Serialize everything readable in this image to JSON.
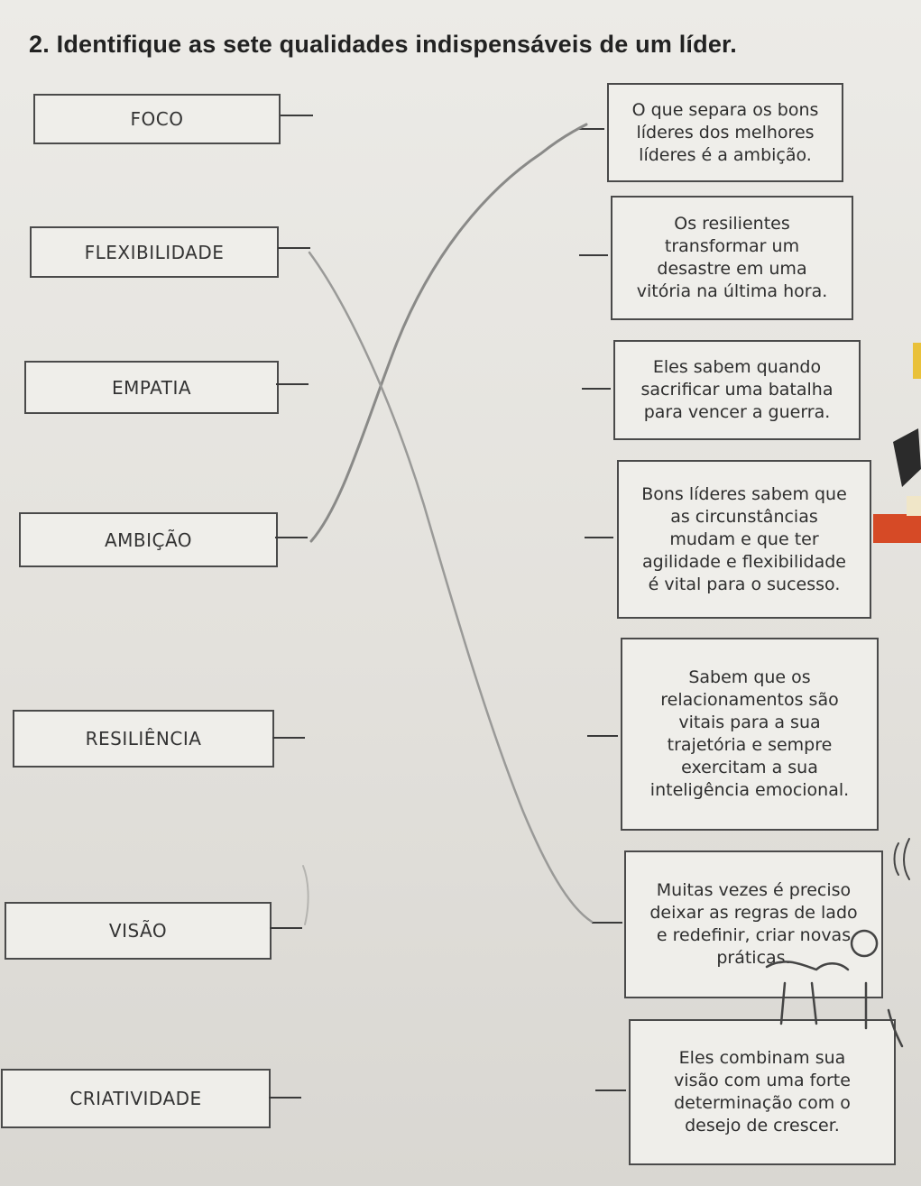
{
  "question": {
    "title": "2. Identifique as sete qualidades indispensáveis de um líder."
  },
  "qualities": [
    {
      "label": "FOCO"
    },
    {
      "label": "FLEXIBILIDADE"
    },
    {
      "label": "EMPATIA"
    },
    {
      "label": "AMBIÇÃO"
    },
    {
      "label": "RESILIÊNCIA"
    },
    {
      "label": "VISÃO"
    },
    {
      "label": "CRIATIVIDADE"
    }
  ],
  "descriptions": [
    {
      "lines": [
        "O que separa os bons",
        "líderes dos melhores",
        "líderes é a ambição."
      ]
    },
    {
      "lines": [
        "Os resilientes",
        "transformar um",
        "desastre em uma",
        "vitória na última hora."
      ]
    },
    {
      "lines": [
        "Eles sabem quando",
        "sacrificar uma batalha",
        "para vencer a guerra."
      ]
    },
    {
      "lines": [
        "Bons líderes sabem que",
        "as circunstâncias",
        "mudam e que ter",
        "agilidade e flexibilidade",
        "é vital para o sucesso."
      ]
    },
    {
      "lines": [
        "Sabem que os",
        "relacionamentos são",
        "vitais para a sua",
        "trajetória  e sempre",
        "exercitam a sua",
        "inteligência emocional."
      ]
    },
    {
      "lines": [
        "Muitas vezes é preciso",
        "deixar as regras de lado",
        "e redefinir, criar novas",
        "práticas."
      ]
    },
    {
      "lines": [
        "Eles combinam sua",
        "visão com uma forte",
        "determinação com o",
        "desejo de crescer."
      ]
    }
  ],
  "matches_drawn": [
    {
      "quality": "AMBIÇÃO",
      "description": "O que separa os bons líderes dos melhores líderes é a ambição."
    },
    {
      "quality": "FLEXIBILIDADE",
      "description": "Muitas vezes é preciso deixar as regras de lado e redefinir, criar novas práticas."
    }
  ],
  "colors": {
    "paper": "#e6e4df",
    "box_border": "#4a4a4a",
    "pencil_line": "#8a8a88"
  }
}
